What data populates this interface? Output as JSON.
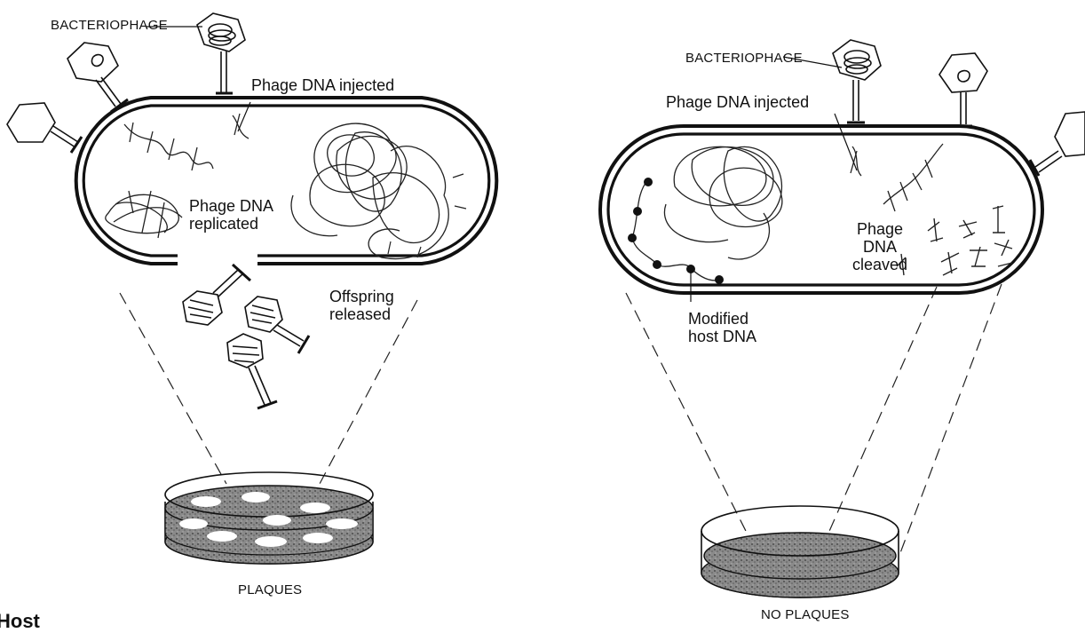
{
  "left_panel": {
    "bacteriophage_label": "BACTERIOPHAGE",
    "injected_label": "Phage DNA injected",
    "replicated_label": "Phage DNA\nreplicated",
    "released_label": "Offspring\nreleased",
    "dish_label": "PLAQUES"
  },
  "right_panel": {
    "bacteriophage_label": "BACTERIOPHAGE",
    "injected_label": "Phage DNA injected",
    "modified_label": "Modified\nhost DNA",
    "cleaved_label": "Phage\nDNA\ncleaved",
    "dish_label": "NO PLAQUES"
  },
  "bottom_text": "Host"
}
